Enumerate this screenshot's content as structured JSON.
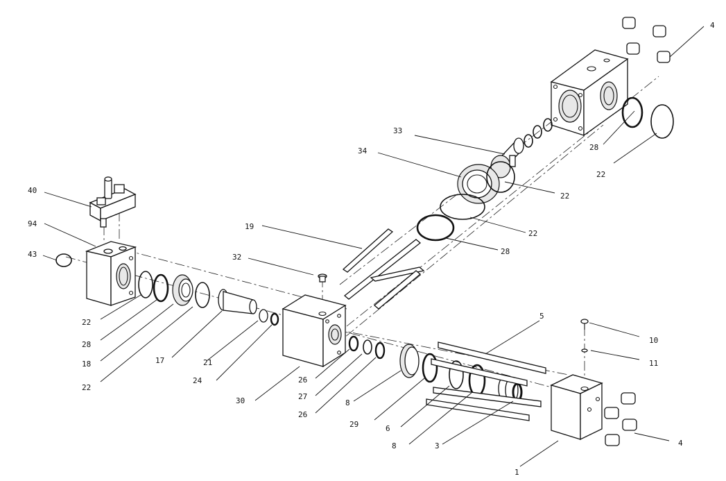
{
  "callouts": [
    {
      "id": "c4a",
      "text": "4"
    },
    {
      "id": "c28a",
      "text": "28"
    },
    {
      "id": "c22a",
      "text": "22"
    },
    {
      "id": "c33",
      "text": "33"
    },
    {
      "id": "c34",
      "text": "34"
    },
    {
      "id": "c22b",
      "text": "22"
    },
    {
      "id": "c22c",
      "text": "22"
    },
    {
      "id": "c28b",
      "text": "28"
    },
    {
      "id": "c19",
      "text": "19"
    },
    {
      "id": "c40",
      "text": "40"
    },
    {
      "id": "c94",
      "text": "94"
    },
    {
      "id": "c43",
      "text": "43"
    },
    {
      "id": "c32",
      "text": "32"
    },
    {
      "id": "c22d",
      "text": "22"
    },
    {
      "id": "c28c",
      "text": "28"
    },
    {
      "id": "c18",
      "text": "18"
    },
    {
      "id": "c22e",
      "text": "22"
    },
    {
      "id": "c17",
      "text": "17"
    },
    {
      "id": "c21",
      "text": "21"
    },
    {
      "id": "c24",
      "text": "24"
    },
    {
      "id": "c30",
      "text": "30"
    },
    {
      "id": "c26a",
      "text": "26"
    },
    {
      "id": "c27",
      "text": "27"
    },
    {
      "id": "c26b",
      "text": "26"
    },
    {
      "id": "c8a",
      "text": "8"
    },
    {
      "id": "c29",
      "text": "29"
    },
    {
      "id": "c6",
      "text": "6"
    },
    {
      "id": "c8b",
      "text": "8"
    },
    {
      "id": "c3",
      "text": "3"
    },
    {
      "id": "c5",
      "text": "5"
    },
    {
      "id": "c10",
      "text": "10"
    },
    {
      "id": "c11",
      "text": "11"
    },
    {
      "id": "c4b",
      "text": "4"
    },
    {
      "id": "c1",
      "text": "1"
    }
  ]
}
